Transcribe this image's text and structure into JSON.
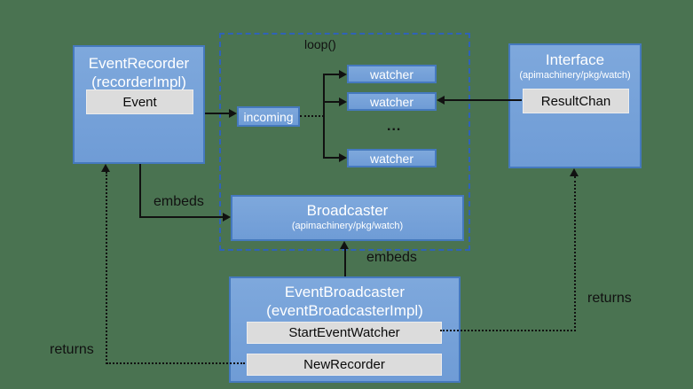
{
  "colors": {
    "background": "#4a7351",
    "node_fill": "#6f9cd6",
    "node_border": "#4579be",
    "method_fill": "#dcdcdc",
    "line": "#111111",
    "loop_border": "#2f62b8"
  },
  "nodes": {
    "event_recorder": {
      "title": "EventRecorder",
      "subtitle": "(recorderImpl)",
      "method": "Event"
    },
    "loop": {
      "label": "loop()"
    },
    "incoming": {
      "label": "incoming"
    },
    "watchers": [
      {
        "label": "watcher"
      },
      {
        "label": "watcher"
      },
      {
        "label": "watcher"
      }
    ],
    "ellipsis": "...",
    "interface": {
      "title": "Interface",
      "subtitle": "(apimachinery/pkg/watch)",
      "method": "ResultChan"
    },
    "broadcaster": {
      "title": "Broadcaster",
      "subtitle": "(apimachinery/pkg/watch)"
    },
    "event_broadcaster": {
      "title": "EventBroadcaster",
      "subtitle": "(eventBroadcasterImpl)",
      "methods": [
        "StartEventWatcher",
        "NewRecorder"
      ]
    }
  },
  "edge_labels": {
    "embeds_left": "embeds",
    "embeds_bottom": "embeds",
    "returns_left": "returns",
    "returns_right": "returns"
  }
}
